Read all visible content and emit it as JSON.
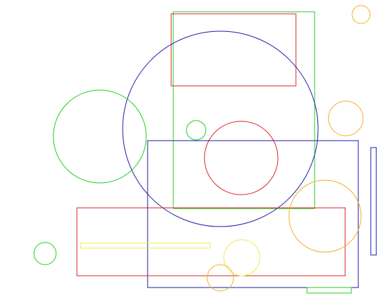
{
  "colors": {
    "background": "#ffffff",
    "green": "#22cc22",
    "red": "#dd2222",
    "blue": "#1a1aaa",
    "orange": "#f0b020",
    "yellow": "#eeee44"
  },
  "shapes": [
    {
      "name": "green-rectangle-tall",
      "kind": "rect",
      "color": "green"
    },
    {
      "name": "red-rectangle-top",
      "kind": "rect",
      "color": "red"
    },
    {
      "name": "blue-circle-large",
      "kind": "circle",
      "color": "blue"
    },
    {
      "name": "green-circle-left",
      "kind": "circle",
      "color": "green"
    },
    {
      "name": "green-circle-small-center",
      "kind": "circle",
      "color": "green"
    },
    {
      "name": "red-circle-center",
      "kind": "circle",
      "color": "red"
    },
    {
      "name": "blue-rectangle-lower",
      "kind": "rect",
      "color": "blue"
    },
    {
      "name": "red-rectangle-wide",
      "kind": "rect",
      "color": "red"
    },
    {
      "name": "yellow-bar",
      "kind": "rect",
      "color": "yellow"
    },
    {
      "name": "yellow-circle-lower",
      "kind": "circle",
      "color": "yellow"
    },
    {
      "name": "orange-circle-bottom",
      "kind": "circle",
      "color": "orange"
    },
    {
      "name": "orange-circle-large-right",
      "kind": "circle",
      "color": "orange"
    },
    {
      "name": "orange-circle-mid-right",
      "kind": "circle",
      "color": "orange"
    },
    {
      "name": "orange-circle-top-right",
      "kind": "circle",
      "color": "orange"
    },
    {
      "name": "green-circle-bottom-left",
      "kind": "circle",
      "color": "green"
    },
    {
      "name": "blue-rectangle-thin-right",
      "kind": "rect",
      "color": "blue"
    },
    {
      "name": "green-rectangle-bottom-right",
      "kind": "rect",
      "color": "green"
    }
  ]
}
